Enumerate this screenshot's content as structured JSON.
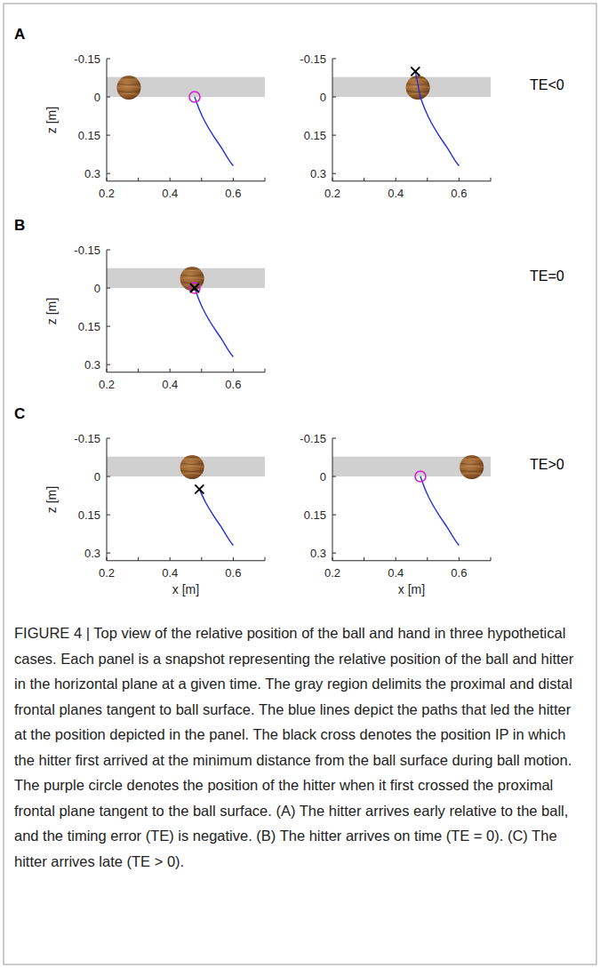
{
  "diagram": {
    "caption": "FIGURE 4 | Top view of the relative position of the ball and hand in three hypothetical cases. Each panel is a snapshot representing the relative position of the ball and hitter in the horizontal plane at a given time. The gray region delimits the proximal and distal frontal planes tangent to ball surface. The blue lines depict the paths that led the hitter at the position depicted in the panel. The black cross denotes the position IP in which the hitter first arrived at the minimum distance from the ball surface during ball motion. The purple circle denotes the position of the hitter when it first crossed the proximal frontal plane tangent to the ball surface. (A) The hitter arrives early relative to the ball, and the timing error (TE) is negative. (B) The hitter arrives on time (TE = 0). (C) The hitter arrives late (TE > 0).",
    "labels": [
      "A",
      "-0.15",
      "0",
      "0.15",
      "0.3",
      "0.2",
      "0.4",
      "0.6",
      "z [m]",
      "-0.15",
      "0",
      "0.15",
      "0.3",
      "0.2",
      "0.4",
      "0.6",
      "TE<0",
      "B",
      "-0.15",
      "0",
      "0.15",
      "0.3",
      "0.2",
      "0.4",
      "0.6",
      "z [m]",
      "TE=0",
      "C",
      "-0.15",
      "0",
      "0.15",
      "0.3",
      "0.2",
      "0.4",
      "0.6",
      "z [m]",
      "x [m]",
      "-0.15",
      "0",
      "0.15",
      "0.3",
      "0.2",
      "0.4",
      "0.6",
      "x [m]",
      "TE>0"
    ]
  }
}
